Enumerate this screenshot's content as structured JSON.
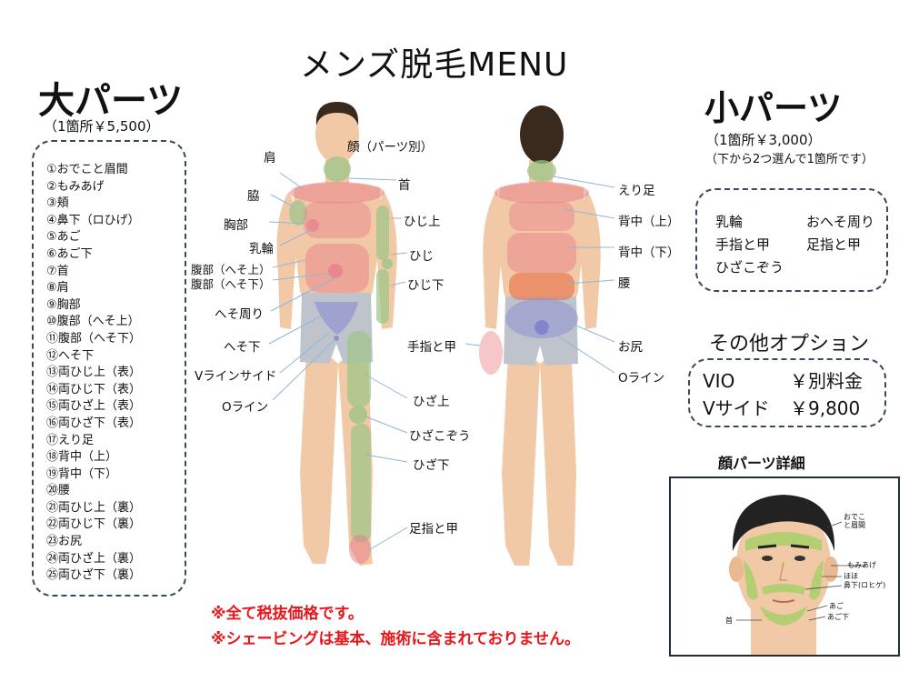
{
  "title": "メンズ脱毛MENU",
  "large": {
    "heading": "大パーツ",
    "price": "（1箇所￥5,500）",
    "items": [
      "①おでこと眉間",
      "②もみあげ",
      "③頬",
      "④鼻下（ロひげ）",
      "⑤あご",
      "⑥あご下",
      "⑦首",
      "⑧肩",
      "⑨胸部",
      "⑩腹部（へそ上）",
      "⑪腹部（へそ下）",
      "⑫へそ下",
      "⑬両ひじ上（表）",
      "⑭両ひじ下（表）",
      "⑮両ひざ上（表）",
      "⑯両ひざ下（表）",
      "⑰えり足",
      "⑱背中（上）",
      "⑲背中（下）",
      "⑳腰",
      "㉑両ひじ上（裏）",
      "㉒両ひじ下（裏）",
      "㉓お尻",
      "㉔両ひざ上（裏）",
      "㉕両ひざ下（裏）"
    ]
  },
  "small": {
    "heading": "小パーツ",
    "price": "（1箇所￥3,000）",
    "note": "（下から2つ選んで1箇所です）",
    "items": [
      "乳輪",
      "おへそ周り",
      "手指と甲",
      "足指と甲",
      "ひざこぞう"
    ]
  },
  "options": {
    "heading": "その他オプション",
    "rows": [
      {
        "name": "VIO",
        "price": "￥別料金"
      },
      {
        "name": "Vサイド",
        "price": "￥9,800"
      }
    ]
  },
  "face_detail": {
    "heading": "顔パーツ詳細",
    "labels": {
      "forehead": "おでこ",
      "forehead2": "と眉間",
      "sideburns": "もみあげ",
      "cheek": "ほほ",
      "nose_under": "鼻下(ロヒゲ)",
      "chin": "あご",
      "under_chin": "あご下",
      "neck": "首"
    }
  },
  "front_labels": {
    "face": "顔（パーツ別）",
    "shoulder": "肩",
    "neck": "首",
    "armpit": "脇",
    "elbow_upper": "ひじ上",
    "chest": "胸部",
    "nipple": "乳輪",
    "elbow": "ひじ",
    "abdomen_upper": "腹部（へそ上）",
    "abdomen_lower": "腹部（へそ下）",
    "elbow_lower": "ひじ下",
    "navel_around": "へそ周り",
    "below_navel": "へそ下",
    "hand": "手指と甲",
    "v_side": "Vラインサイド",
    "knee_upper": "ひざ上",
    "o_line": "Oライン",
    "kneecap": "ひざこぞう",
    "knee_lower": "ひざ下",
    "foot": "足指と甲"
  },
  "back_labels": {
    "nape": "えり足",
    "back_upper": "背中（上）",
    "back_lower": "背中（下）",
    "waist": "腰",
    "buttocks": "お尻",
    "o_line": "Oライン"
  },
  "notices": [
    "※全て税抜価格です。",
    "※シェービングは基本、施術に含まれておりません。"
  ],
  "colors": {
    "skin": "#f2c9a6",
    "red_zone": "#e8818a",
    "green_zone": "#9cc488",
    "blue_zone": "#8e90cf",
    "notice": "#e8161b",
    "box_border": "#3a4a5c"
  }
}
